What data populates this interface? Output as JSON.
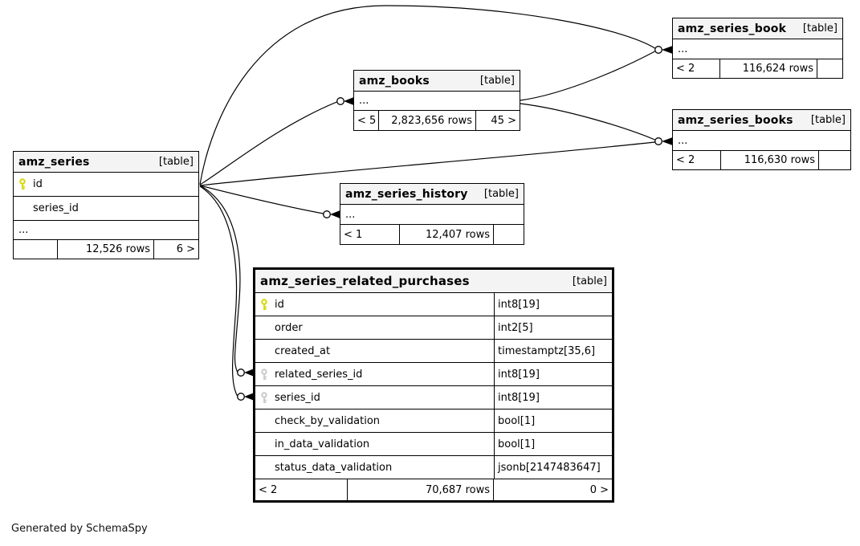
{
  "diagram": {
    "note": "Generated by SchemaSpy",
    "colors": {
      "background": "#ffffff",
      "header_bg": "#f4f4f4",
      "border": "#000000",
      "edge": "#000000",
      "primary_key": "#d6d600",
      "foreign_key": "#c9c9c9"
    },
    "tables": [
      {
        "id": "amz_series",
        "name": "amz_series",
        "tag": "[table]",
        "emphasized": false,
        "rows": [
          {
            "kind": "column",
            "name": "id",
            "key": "primary"
          },
          {
            "kind": "column",
            "name": "series_id",
            "key": ""
          },
          {
            "kind": "ellipsis",
            "label": "..."
          }
        ],
        "footer": {
          "prev": "",
          "rows": "12,526 rows",
          "next": "6 >"
        }
      },
      {
        "id": "amz_books",
        "name": "amz_books",
        "tag": "[table]",
        "emphasized": false,
        "rows": [
          {
            "kind": "ellipsis",
            "label": "..."
          }
        ],
        "footer": {
          "prev": "< 5",
          "rows": "2,823,656 rows",
          "next": "45 >"
        }
      },
      {
        "id": "amz_series_book",
        "name": "amz_series_book",
        "tag": "[table]",
        "emphasized": false,
        "rows": [
          {
            "kind": "ellipsis",
            "label": "..."
          }
        ],
        "footer": {
          "prev": "< 2",
          "rows": "116,624 rows",
          "next": ""
        }
      },
      {
        "id": "amz_series_books",
        "name": "amz_series_books",
        "tag": "[table]",
        "emphasized": false,
        "rows": [
          {
            "kind": "ellipsis",
            "label": "..."
          }
        ],
        "footer": {
          "prev": "< 2",
          "rows": "116,630 rows",
          "next": ""
        }
      },
      {
        "id": "amz_series_history",
        "name": "amz_series_history",
        "tag": "[table]",
        "emphasized": false,
        "rows": [
          {
            "kind": "ellipsis",
            "label": "..."
          }
        ],
        "footer": {
          "prev": "< 1",
          "rows": "12,407 rows",
          "next": ""
        }
      },
      {
        "id": "amz_series_related_purchases",
        "name": "amz_series_related_purchases",
        "tag": "[table]",
        "emphasized": true,
        "rows": [
          {
            "kind": "column",
            "name": "id",
            "type": "int8[19]",
            "key": "primary"
          },
          {
            "kind": "column",
            "name": "order",
            "type": "int2[5]",
            "key": ""
          },
          {
            "kind": "column",
            "name": "created_at",
            "type": "timestamptz[35,6]",
            "key": ""
          },
          {
            "kind": "column",
            "name": "related_series_id",
            "type": "int8[19]",
            "key": "foreign"
          },
          {
            "kind": "column",
            "name": "series_id",
            "type": "int8[19]",
            "key": "foreign"
          },
          {
            "kind": "column",
            "name": "check_by_validation",
            "type": "bool[1]",
            "key": ""
          },
          {
            "kind": "column",
            "name": "in_data_validation",
            "type": "bool[1]",
            "key": ""
          },
          {
            "kind": "column",
            "name": "status_data_validation",
            "type": "jsonb[2147483647]",
            "key": ""
          }
        ],
        "footer": {
          "prev": "< 2",
          "rows": "70,687 rows",
          "next": "0 >"
        }
      }
    ],
    "relationships": [
      {
        "from": "amz_series.id",
        "to": "amz_series_book"
      },
      {
        "from": "amz_books",
        "to": "amz_series_book"
      },
      {
        "from": "amz_series.id",
        "to": "amz_books"
      },
      {
        "from": "amz_series.id",
        "to": "amz_series_books"
      },
      {
        "from": "amz_books",
        "to": "amz_series_books"
      },
      {
        "from": "amz_series.id",
        "to": "amz_series_history"
      },
      {
        "from": "amz_series.id",
        "to": "amz_series_related_purchases.related_series_id"
      },
      {
        "from": "amz_series.id",
        "to": "amz_series_related_purchases.series_id"
      }
    ]
  }
}
